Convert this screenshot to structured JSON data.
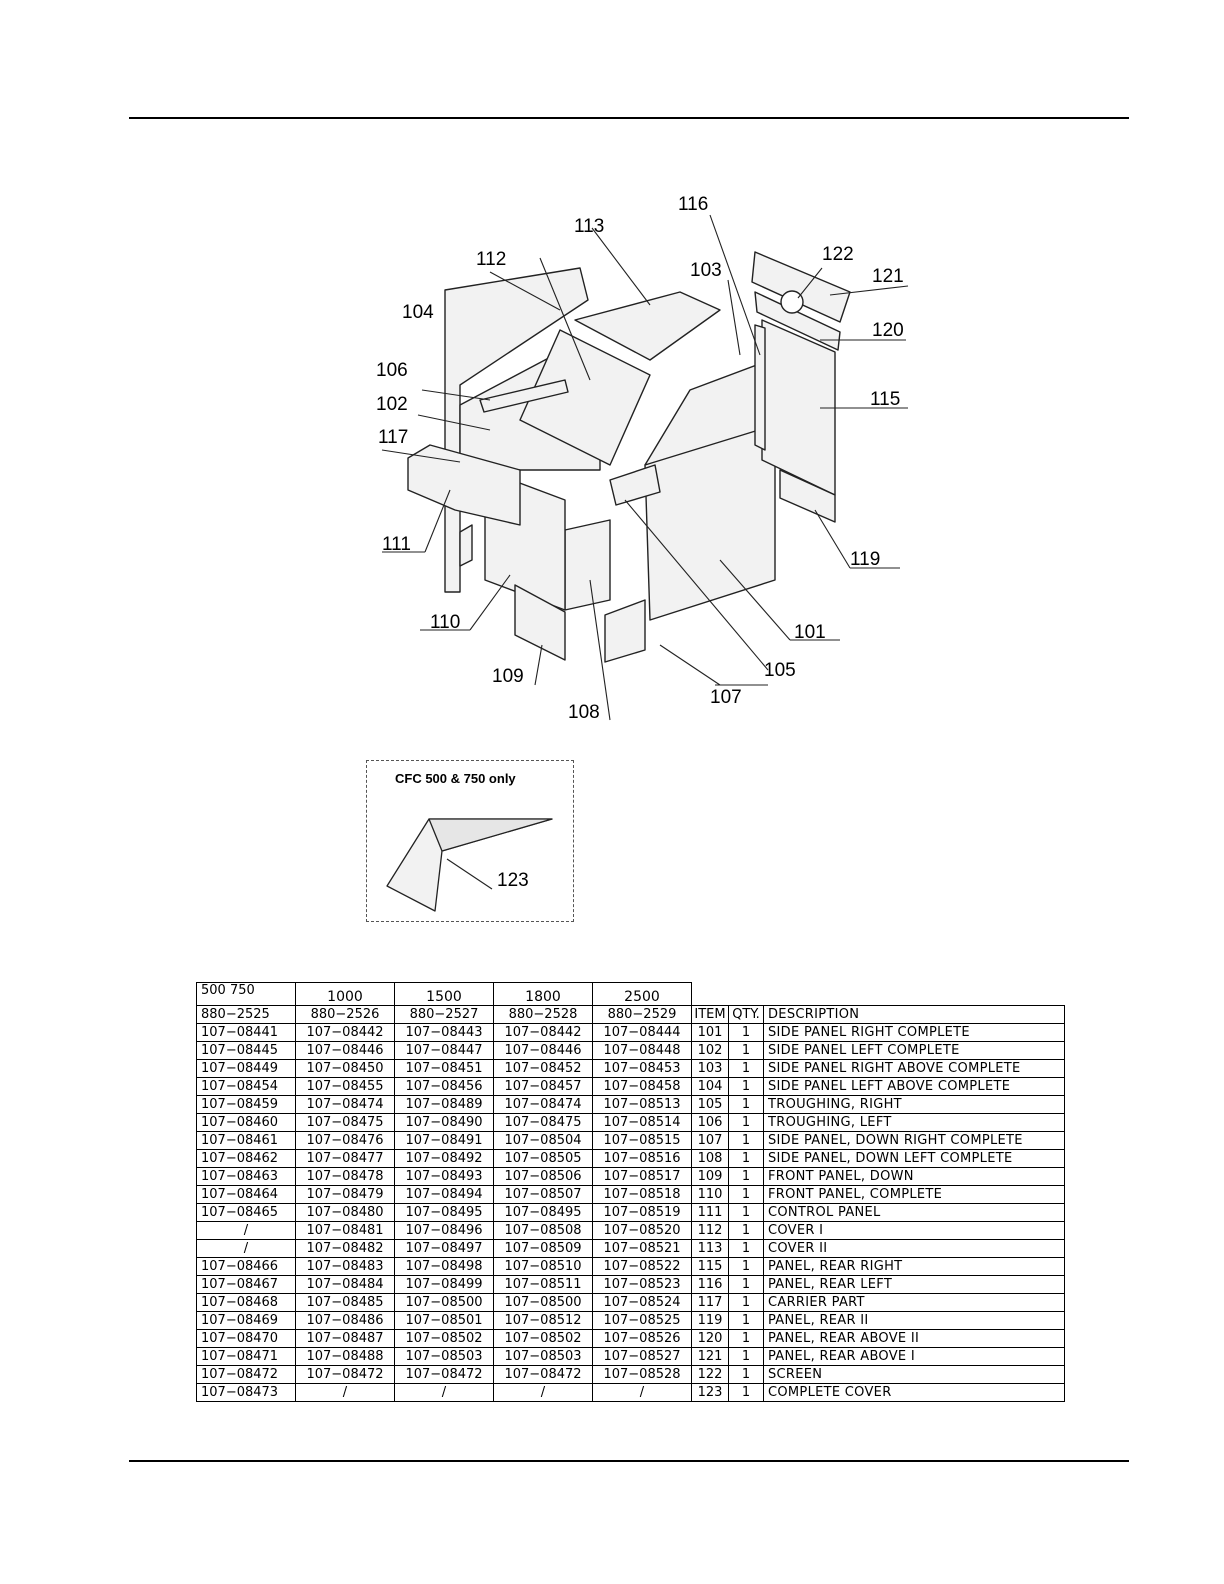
{
  "inset": {
    "title": "CFC 500 & 750 only",
    "callout": "123"
  },
  "callouts": {
    "c101": "101",
    "c102": "102",
    "c103": "103",
    "c104": "104",
    "c105": "105",
    "c106": "106",
    "c107": "107",
    "c108": "108",
    "c109": "109",
    "c110": "110",
    "c111": "111",
    "c112": "112",
    "c113": "113",
    "c115": "115",
    "c116": "116",
    "c117": "117",
    "c119": "119",
    "c120": "120",
    "c121": "121",
    "c122": "122"
  },
  "table": {
    "header_models": [
      "500    750",
      "1000",
      "1500",
      "1800",
      "2500"
    ],
    "header_codes": [
      "880−2525",
      "880−2526",
      "880−2527",
      "880−2528",
      "880−2529"
    ],
    "col_item": "ITEM",
    "col_qty": "QTY.",
    "col_desc": "DESCRIPTION",
    "rows": [
      {
        "p": [
          "107−08441",
          "107−08442",
          "107−08443",
          "107−08442",
          "107−08444"
        ],
        "item": "101",
        "qty": "1",
        "desc": "SIDE  PANEL  RIGHT  COMPLETE"
      },
      {
        "p": [
          "107−08445",
          "107−08446",
          "107−08447",
          "107−08446",
          "107−08448"
        ],
        "item": "102",
        "qty": "1",
        "desc": "SIDE  PANEL  LEFT  COMPLETE"
      },
      {
        "p": [
          "107−08449",
          "107−08450",
          "107−08451",
          "107−08452",
          "107−08453"
        ],
        "item": "103",
        "qty": "1",
        "desc": "SIDE  PANEL  RIGHT  ABOVE  COMPLETE"
      },
      {
        "p": [
          "107−08454",
          "107−08455",
          "107−08456",
          "107−08457",
          "107−08458"
        ],
        "item": "104",
        "qty": "1",
        "desc": "SIDE  PANEL  LEFT  ABOVE  COMPLETE"
      },
      {
        "p": [
          "107−08459",
          "107−08474",
          "107−08489",
          "107−08474",
          "107−08513"
        ],
        "item": "105",
        "qty": "1",
        "desc": "TROUGHING,  RIGHT"
      },
      {
        "p": [
          "107−08460",
          "107−08475",
          "107−08490",
          "107−08475",
          "107−08514"
        ],
        "item": "106",
        "qty": "1",
        "desc": "TROUGHING,  LEFT"
      },
      {
        "p": [
          "107−08461",
          "107−08476",
          "107−08491",
          "107−08504",
          "107−08515"
        ],
        "item": "107",
        "qty": "1",
        "desc": "SIDE  PANEL,  DOWN  RIGHT  COMPLETE"
      },
      {
        "p": [
          "107−08462",
          "107−08477",
          "107−08492",
          "107−08505",
          "107−08516"
        ],
        "item": "108",
        "qty": "1",
        "desc": "SIDE  PANEL,  DOWN  LEFT  COMPLETE"
      },
      {
        "p": [
          "107−08463",
          "107−08478",
          "107−08493",
          "107−08506",
          "107−08517"
        ],
        "item": "109",
        "qty": "1",
        "desc": "FRONT  PANEL,  DOWN"
      },
      {
        "p": [
          "107−08464",
          "107−08479",
          "107−08494",
          "107−08507",
          "107−08518"
        ],
        "item": "110",
        "qty": "1",
        "desc": "FRONT  PANEL,  COMPLETE"
      },
      {
        "p": [
          "107−08465",
          "107−08480",
          "107−08495",
          "107−08495",
          "107−08519"
        ],
        "item": "111",
        "qty": "1",
        "desc": "CONTROL  PANEL"
      },
      {
        "p": [
          "/",
          "107−08481",
          "107−08496",
          "107−08508",
          "107−08520"
        ],
        "item": "112",
        "qty": "1",
        "desc": "COVER  I"
      },
      {
        "p": [
          "/",
          "107−08482",
          "107−08497",
          "107−08509",
          "107−08521"
        ],
        "item": "113",
        "qty": "1",
        "desc": "COVER  II"
      },
      {
        "p": [
          "107−08466",
          "107−08483",
          "107−08498",
          "107−08510",
          "107−08522"
        ],
        "item": "115",
        "qty": "1",
        "desc": "PANEL,  REAR  RIGHT"
      },
      {
        "p": [
          "107−08467",
          "107−08484",
          "107−08499",
          "107−08511",
          "107−08523"
        ],
        "item": "116",
        "qty": "1",
        "desc": "PANEL,  REAR  LEFT"
      },
      {
        "p": [
          "107−08468",
          "107−08485",
          "107−08500",
          "107−08500",
          "107−08524"
        ],
        "item": "117",
        "qty": "1",
        "desc": "CARRIER  PART"
      },
      {
        "p": [
          "107−08469",
          "107−08486",
          "107−08501",
          "107−08512",
          "107−08525"
        ],
        "item": "119",
        "qty": "1",
        "desc": "PANEL,  REAR  II"
      },
      {
        "p": [
          "107−08470",
          "107−08487",
          "107−08502",
          "107−08502",
          "107−08526"
        ],
        "item": "120",
        "qty": "1",
        "desc": "PANEL,  REAR  ABOVE  II"
      },
      {
        "p": [
          "107−08471",
          "107−08488",
          "107−08503",
          "107−08503",
          "107−08527"
        ],
        "item": "121",
        "qty": "1",
        "desc": "PANEL,  REAR  ABOVE  I"
      },
      {
        "p": [
          "107−08472",
          "107−08472",
          "107−08472",
          "107−08472",
          "107−08528"
        ],
        "item": "122",
        "qty": "1",
        "desc": "SCREEN"
      },
      {
        "p": [
          "107−08473",
          "/",
          "/",
          "/",
          "/"
        ],
        "item": "123",
        "qty": "1",
        "desc": "COMPLETE  COVER"
      }
    ]
  }
}
